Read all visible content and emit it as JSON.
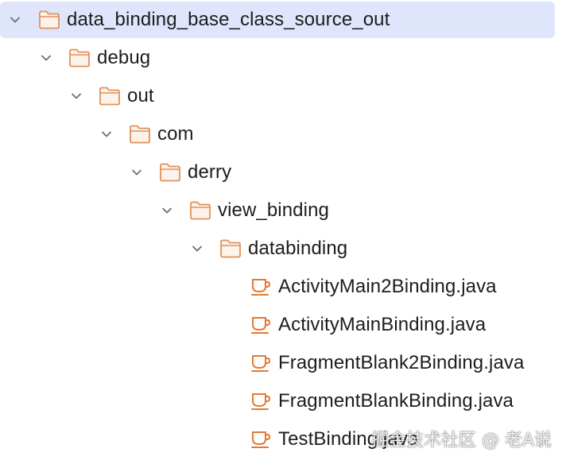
{
  "colors": {
    "folder_stroke": "#e0915a",
    "folder_fill": "#fdf3eb",
    "java_stroke": "#e07a35",
    "chevron": "#6e6e73",
    "selection": "#dfe6fb"
  },
  "tree": {
    "items": [
      {
        "label": "data_binding_base_class_source_out",
        "icon": "folder-icon",
        "expanded": true,
        "selected": true
      },
      {
        "label": "debug",
        "icon": "folder-icon",
        "expanded": true
      },
      {
        "label": "out",
        "icon": "folder-icon",
        "expanded": true
      },
      {
        "label": "com",
        "icon": "folder-icon",
        "expanded": true
      },
      {
        "label": "derry",
        "icon": "folder-icon",
        "expanded": true
      },
      {
        "label": "view_binding",
        "icon": "folder-icon",
        "expanded": true
      },
      {
        "label": "databinding",
        "icon": "folder-icon",
        "expanded": true
      },
      {
        "label": "ActivityMain2Binding.java",
        "icon": "java-file-icon"
      },
      {
        "label": "ActivityMainBinding.java",
        "icon": "java-file-icon"
      },
      {
        "label": "FragmentBlank2Binding.java",
        "icon": "java-file-icon"
      },
      {
        "label": "FragmentBlankBinding.java",
        "icon": "java-file-icon"
      },
      {
        "label": "TestBinding.java",
        "icon": "java-file-icon"
      }
    ]
  },
  "watermark": "掘金技术社区 @ 老A说"
}
